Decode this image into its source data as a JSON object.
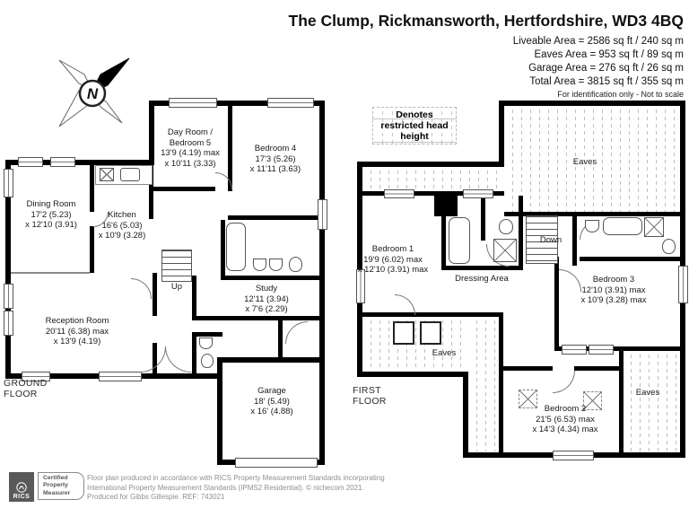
{
  "header": {
    "title": "The Clump, Rickmansworth, Hertfordshire, WD3 4BQ",
    "liveable": "Liveable Area = 2586 sq ft / 240 sq m",
    "eaves": "Eaves Area = 953 sq ft / 89 sq m",
    "garage": "Garage Area  = 276 sq ft / 26 sq m",
    "total": "Total Area = 3815 sq ft / 355 sq m",
    "note": "For identification only - Not to scale"
  },
  "legend": {
    "restricted_head_height": "Denotes restricted head height"
  },
  "compass": {
    "north": "N"
  },
  "ground_floor": {
    "label": "GROUND FLOOR",
    "stairs_label": "Up",
    "rooms": {
      "dining": {
        "name": "Dining Room",
        "d1": "17'2 (5.23)",
        "d2": "x 12'10 (3.91)"
      },
      "kitchen": {
        "name": "Kitchen",
        "d1": "16'6 (5.03)",
        "d2": "x 10'9 (3.28)"
      },
      "dayroom": {
        "name1": "Day Room /",
        "name2": "Bedroom 5",
        "d1": "13'9 (4.19) max",
        "d2": "x 10'11 (3.33)"
      },
      "bedroom4": {
        "name": "Bedroom 4",
        "d1": "17'3 (5.26)",
        "d2": "x 11'11 (3.63)"
      },
      "reception": {
        "name": "Reception Room",
        "d1": "20'11 (6.38) max",
        "d2": "x 13'9 (4.19)"
      },
      "study": {
        "name": "Study",
        "d1": "12'11 (3.94)",
        "d2": "x 7'6 (2.29)"
      },
      "garage": {
        "name": "Garage",
        "d1": "18' (5.49)",
        "d2": "x 16' (4.88)"
      }
    }
  },
  "first_floor": {
    "label": "FIRST FLOOR",
    "stairs_label": "Down",
    "eaves_label": "Eaves",
    "rooms": {
      "bedroom1": {
        "name": "Bedroom 1",
        "d1": "19'9 (6.02) max",
        "d2": "x 12'10 (3.91) max"
      },
      "dressing": {
        "name": "Dressing Area"
      },
      "bedroom3": {
        "name": "Bedroom 3",
        "d1": "12'10 (3.91) max",
        "d2": "x 10'9 (3.28) max"
      },
      "bedroom2": {
        "name": "Bedroom 2",
        "d1": "21'5 (6.53) max",
        "d2": "x 14'3 (4.34) max"
      }
    }
  },
  "footer": {
    "rics": "RICS",
    "badge_l1": "Certified",
    "badge_l2": "Property",
    "badge_l3": "Measurer",
    "line1": "Floor plan produced in accordance with RICS Property Measurement Standards incorporating",
    "line2": "International Property Measurement Standards (IPMS2 Residential).  © nichecom 2021.",
    "line3": "Produced for Gibbs Gillespie.   REF: 743021"
  },
  "colors": {
    "wall": "#000000",
    "hatch_line": "#bdbdbd",
    "rics_gray": "#595959",
    "footer_text": "#8f8f8f"
  }
}
